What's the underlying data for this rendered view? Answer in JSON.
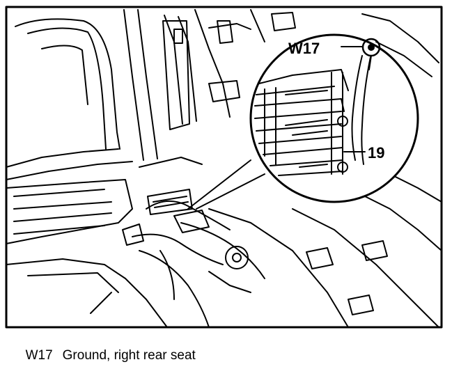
{
  "callouts": {
    "ground_point": "W17",
    "connector": "19"
  },
  "caption": {
    "code": "W17",
    "text": "Ground, right rear seat"
  }
}
